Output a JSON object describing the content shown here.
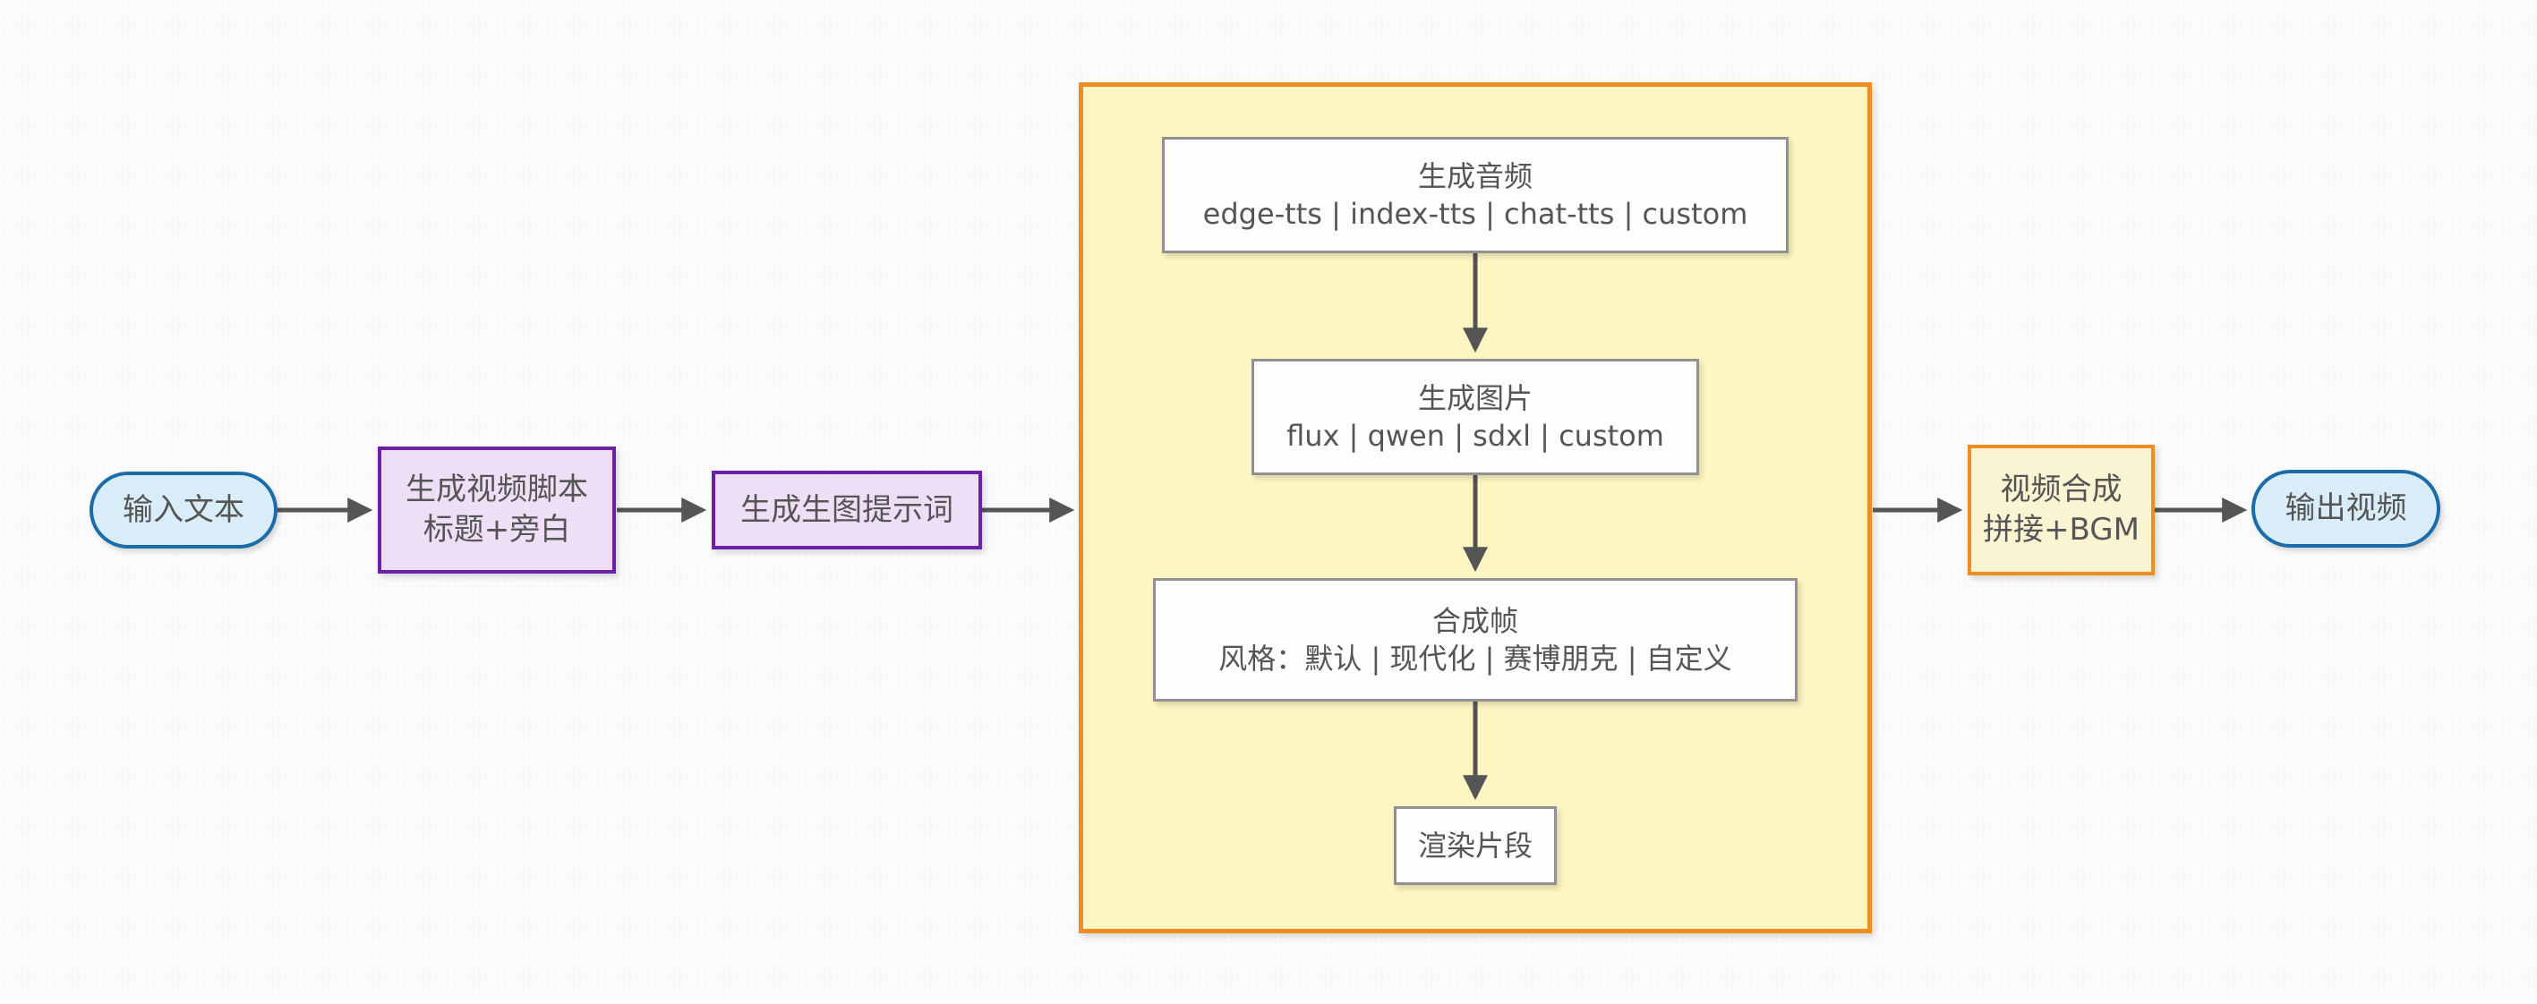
{
  "diagram": {
    "type": "flowchart",
    "direction": "left-to-right",
    "nodes": {
      "input": {
        "label": "输入文本",
        "shape": "stadium"
      },
      "script": {
        "title": "生成视频脚本",
        "subtitle": "标题+旁白",
        "shape": "rect-purple"
      },
      "prompt": {
        "label": "生成生图提示词",
        "shape": "rect-purple"
      },
      "audio": {
        "title": "生成音频",
        "subtitle": "edge-tts | index-tts | chat-tts | custom",
        "shape": "rect-white"
      },
      "image": {
        "title": "生成图片",
        "subtitle": "flux | qwen | sdxl | custom",
        "shape": "rect-white"
      },
      "frames": {
        "title": "合成帧",
        "subtitle": "风格：默认 | 现代化 | 赛博朋克 | 自定义",
        "shape": "rect-white"
      },
      "render": {
        "label": "渲染片段",
        "shape": "rect-white"
      },
      "compose": {
        "title": "视频合成",
        "subtitle": "拼接+BGM",
        "shape": "rect-orange"
      },
      "output": {
        "label": "输出视频",
        "shape": "stadium"
      }
    },
    "groups": {
      "pipeline_container": {
        "label": "",
        "contains": [
          "audio",
          "image",
          "frames",
          "render"
        ]
      }
    },
    "edges": [
      {
        "from": "input",
        "to": "script"
      },
      {
        "from": "script",
        "to": "prompt"
      },
      {
        "from": "prompt",
        "to": "pipeline_container"
      },
      {
        "from": "audio",
        "to": "image"
      },
      {
        "from": "image",
        "to": "frames"
      },
      {
        "from": "frames",
        "to": "render"
      },
      {
        "from": "pipeline_container",
        "to": "compose"
      },
      {
        "from": "compose",
        "to": "output"
      }
    ],
    "colors": {
      "background": "#fbfbfb",
      "stadium_fill": "#d9edf9",
      "stadium_border": "#1b6ca8",
      "purple_fill": "#efdff6",
      "purple_border": "#6b21a8",
      "container_fill": "#fdf6c2",
      "container_border": "#f08c21",
      "orange_box_fill": "#faf4d3",
      "inner_box_fill": "#fdfdfd",
      "inner_box_border": "#919191",
      "arrow": "#555555",
      "text": "#555555"
    }
  }
}
